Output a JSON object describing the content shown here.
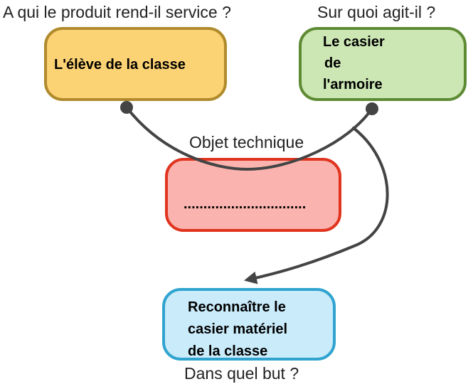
{
  "questions": {
    "user": "A qui le produit rend-il service ?",
    "matter": "Sur quoi agit-il ?",
    "object": "Objet technique",
    "goal": "Dans quel but ?"
  },
  "boxes": {
    "user": {
      "text": "L'élève de la classe",
      "fill": "#fcd374",
      "border": "#b08a2c"
    },
    "matter": {
      "lines": [
        "Le casier",
        "de",
        "l'armoire"
      ],
      "fill": "#cce6b4",
      "border": "#5d8b33"
    },
    "object": {
      "text": "...............................",
      "fill": "#fab3ae",
      "border": "#e0341f"
    },
    "goal": {
      "lines": [
        "Reconnaître le",
        "casier matériel",
        "de la classe"
      ],
      "fill": "#c9ebfa",
      "border": "#30a4cf"
    }
  },
  "connector_color": "#444444"
}
